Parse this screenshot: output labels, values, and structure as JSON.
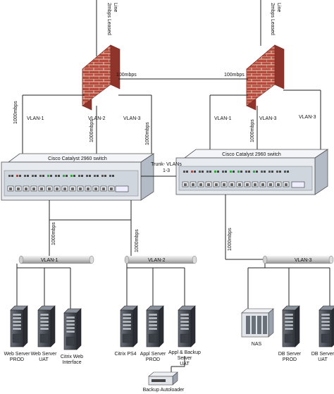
{
  "links": {
    "leased_left": [
      "2mbps Leased",
      "Line"
    ],
    "leased_right": [
      "2mbps Leased",
      "Line"
    ],
    "fw_link": "100mbps",
    "left_1000": "1000mbps",
    "left_1000b": "1000mbps",
    "right_1000": "1000mbps",
    "trunk": [
      "Trunk- VLANs",
      "1-3"
    ],
    "down_1000_left": "1000mbps",
    "down_1000_mid": "1000mbps",
    "down_1000_right": "1000mbps"
  },
  "vlans_left": [
    "VLAN-1",
    "VLAN-2",
    "VLAN-3"
  ],
  "vlans_right": [
    "VLAN-1",
    "VLAN-3",
    "VLAN-3"
  ],
  "switches": {
    "left_title": "Cisco Catalyst 2960 switch",
    "right_title": "Cisco Catalyst 2960 switch"
  },
  "vlan_pipes": [
    "VLAN-1",
    "VLAN-2",
    "VLAN-3"
  ],
  "servers": {
    "web_prod": [
      "Web Server",
      "PROD"
    ],
    "web_uat": [
      "Web Server",
      "UAT"
    ],
    "citrix_web": [
      "Citrix Web",
      "Interface"
    ],
    "citrix_ps4": [
      "Citrix PS4"
    ],
    "appl_prod": [
      "Appl Server",
      "PROD"
    ],
    "appl_backup": [
      "Appl & Backup",
      "Server",
      "UAT"
    ],
    "nas": [
      "NAS"
    ],
    "db_prod": [
      "DB Server",
      "PROD"
    ],
    "db_uat": [
      "DB Server",
      "UAT"
    ],
    "autoloader": [
      "Backup Autoloader"
    ]
  },
  "colors": {
    "brick": "#b54a3c",
    "mortar": "#e9c9b8",
    "switch_body": "#e7ebef",
    "switch_front": "#cfd6dd",
    "port_green": "#2eaa3a",
    "port_red": "#d23a2a",
    "server_dark": "#4a4f57"
  }
}
